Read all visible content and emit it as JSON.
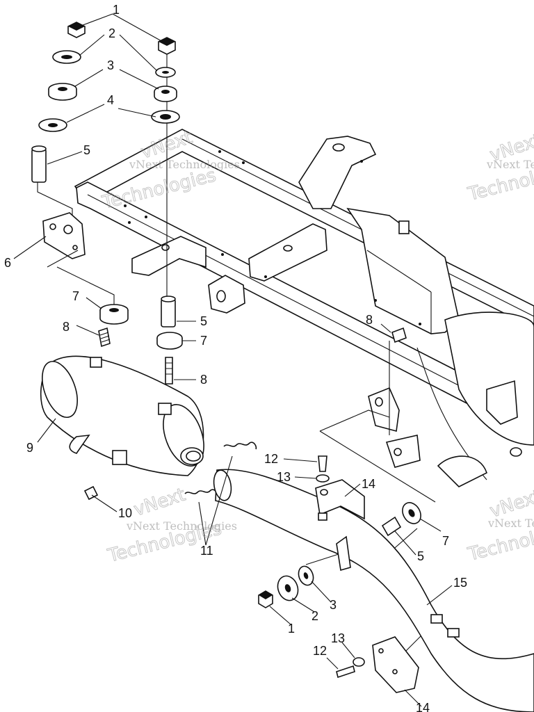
{
  "callouts": {
    "c1a": "1",
    "c2a": "2",
    "c3a": "3",
    "c4a": "4",
    "c5a": "5",
    "c6": "6",
    "c7a": "7",
    "c8a": "8",
    "c5b": "5",
    "c7b": "7",
    "c8b": "8",
    "c8c": "8",
    "c9": "9",
    "c10": "10",
    "c11": "11",
    "c12a": "12",
    "c13a": "13",
    "c14a": "14",
    "c7c": "7",
    "c5c": "5",
    "c15": "15",
    "c1b": "1",
    "c2b": "2",
    "c3b": "3",
    "c12b": "12",
    "c13b": "13",
    "c14b": "14"
  },
  "watermarks": {
    "company": "vNext Technologies",
    "brand_top": "vNext",
    "brand_bottom": "Technologies"
  }
}
